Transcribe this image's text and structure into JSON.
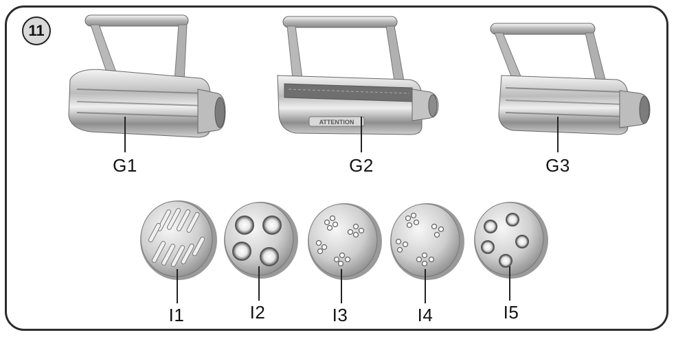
{
  "figure": {
    "step_number": "11",
    "cutters": [
      {
        "id": "g1",
        "label": "G1"
      },
      {
        "id": "g2",
        "label": "G2",
        "engraving": "ATTENTION"
      },
      {
        "id": "g3",
        "label": "G3"
      }
    ],
    "dies": [
      {
        "id": "i1",
        "label": "I1",
        "pattern": "slots"
      },
      {
        "id": "i2",
        "label": "I2",
        "pattern": "four-large-holes"
      },
      {
        "id": "i3",
        "label": "I3",
        "pattern": "small-hole-clusters"
      },
      {
        "id": "i4",
        "label": "I4",
        "pattern": "small-hole-clusters"
      },
      {
        "id": "i5",
        "label": "I5",
        "pattern": "five-holes"
      }
    ]
  },
  "colors": {
    "border": "#2b2b2b",
    "badge_fill": "#d9d9d9",
    "metal_light": "#eeeeee",
    "metal_dark": "#7a7a7a"
  }
}
